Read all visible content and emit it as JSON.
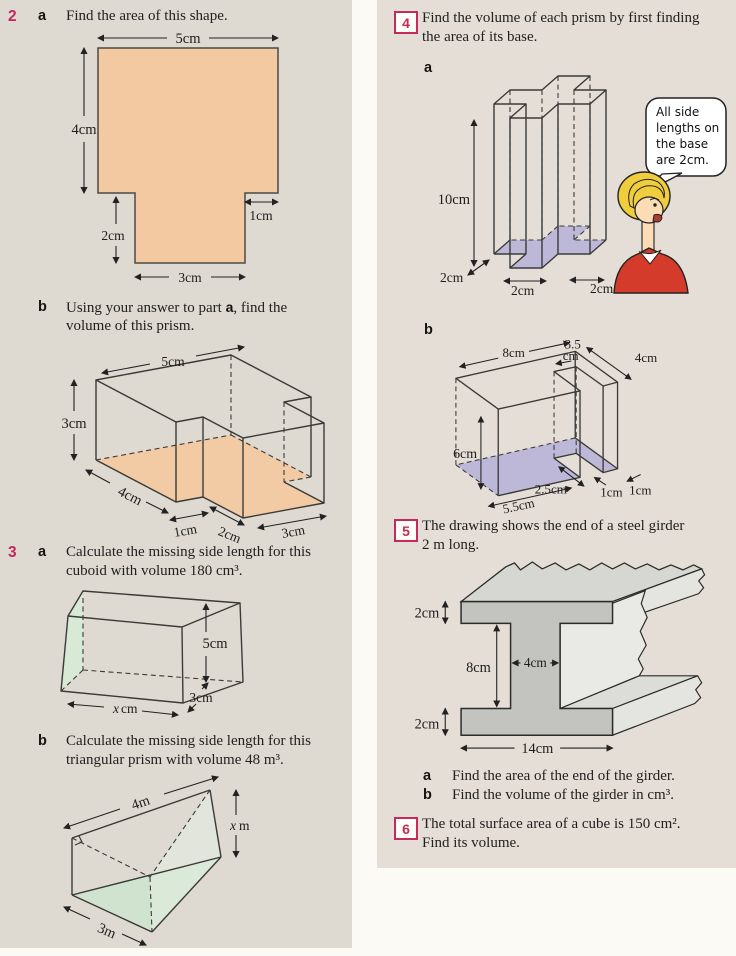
{
  "colors": {
    "accent": "#c62a5c",
    "left_panel_bg": "#dedad2",
    "right_panel_bg": "#e5ded6",
    "shape_orange": "#f2c9a1",
    "shape_green": "#d8e9d5",
    "shape_lavender": "#b6b2d7",
    "girder_gray": "#c3c3c0"
  },
  "q2": {
    "num": "2",
    "a": {
      "part": "a",
      "text": "Find the area of this shape.",
      "dims": {
        "top": "5cm",
        "left": "4cm",
        "lower": "2cm",
        "notch": "1cm",
        "bottom": "3cm"
      }
    },
    "b": {
      "part": "b",
      "line1a": "Using your answer to part ",
      "line1b": "a",
      "line1c": ", find the",
      "line2": "volume of this prism.",
      "dims": {
        "top": "5cm",
        "height": "3cm",
        "left": "4cm",
        "b1": "1cm",
        "b2": "2cm",
        "b3": "3cm"
      }
    }
  },
  "q3": {
    "num": "3",
    "a": {
      "part": "a",
      "line1": "Calculate the missing side length for this",
      "line2": "cuboid with volume 180 cm³.",
      "dims": {
        "height": "5cm",
        "depth": "3cm",
        "width_x": "x",
        "width_unit": "cm"
      }
    },
    "b": {
      "part": "b",
      "line1": "Calculate the missing side length for this",
      "line2": "triangular prism with volume 48 m³.",
      "dims": {
        "length": "4m",
        "height_x": "x",
        "height_unit": "m",
        "base": "3m"
      }
    }
  },
  "q4": {
    "num": "4",
    "line1": "Find the volume of each prism by first finding",
    "line2": "the area of its base.",
    "a": {
      "part": "a",
      "dims": {
        "height": "10cm",
        "d1": "2cm",
        "d2": "2cm",
        "d3": "2cm"
      },
      "bubble": {
        "l1": "All side",
        "l2": "lengths on",
        "l3": "the base",
        "l4": "are 2cm."
      }
    },
    "b": {
      "part": "b",
      "dims": {
        "top": "8cm",
        "depth": "4cm",
        "notch1": "3.5",
        "notch2": "cm",
        "height": "6cm",
        "front": "5.5cm",
        "mid": "2.5cm",
        "one_a": "1cm",
        "one_b": "1cm"
      }
    }
  },
  "q5": {
    "num": "5",
    "line1": "The drawing shows the end of a steel girder",
    "line2": "2 m long.",
    "dims": {
      "top_flange": "2cm",
      "web_h": "8cm",
      "web_w": "4cm",
      "bot_flange": "2cm",
      "width": "14cm"
    },
    "a": {
      "part": "a",
      "text": "Find the area of the end of the girder."
    },
    "b": {
      "part": "b",
      "text": "Find the volume of the girder in cm³."
    }
  },
  "q6": {
    "num": "6",
    "line1": "The total surface area of a cube is 150 cm².",
    "line2": "Find its volume."
  }
}
